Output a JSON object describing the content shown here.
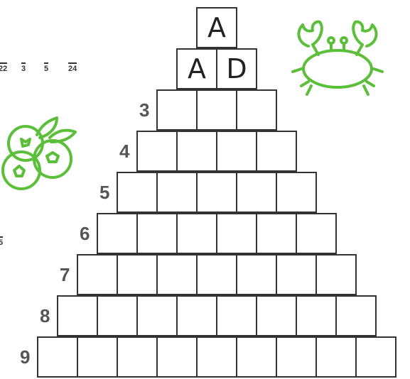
{
  "clue_numbers": [
    "22",
    "3",
    "5",
    "24"
  ],
  "edge_fragment": "5",
  "pyramid": {
    "rows": [
      {
        "label": "",
        "cells": [
          "A"
        ]
      },
      {
        "label": "",
        "cells": [
          "A",
          "D"
        ]
      },
      {
        "label": "3",
        "cells": [
          "",
          "",
          ""
        ]
      },
      {
        "label": "4",
        "cells": [
          "",
          "",
          "",
          ""
        ]
      },
      {
        "label": "5",
        "cells": [
          "",
          "",
          "",
          "",
          ""
        ]
      },
      {
        "label": "6",
        "cells": [
          "",
          "",
          "",
          "",
          "",
          ""
        ]
      },
      {
        "label": "7",
        "cells": [
          "",
          "",
          "",
          "",
          "",
          "",
          ""
        ]
      },
      {
        "label": "8",
        "cells": [
          "",
          "",
          "",
          "",
          "",
          "",
          "",
          ""
        ]
      },
      {
        "label": "9",
        "cells": [
          "",
          "",
          "",
          "",
          "",
          "",
          "",
          "",
          ""
        ]
      }
    ]
  },
  "decorations": {
    "crab_icon": "crab-icon",
    "blueberries_icon": "blueberries-icon",
    "accent_color": "#5cbf3a"
  }
}
